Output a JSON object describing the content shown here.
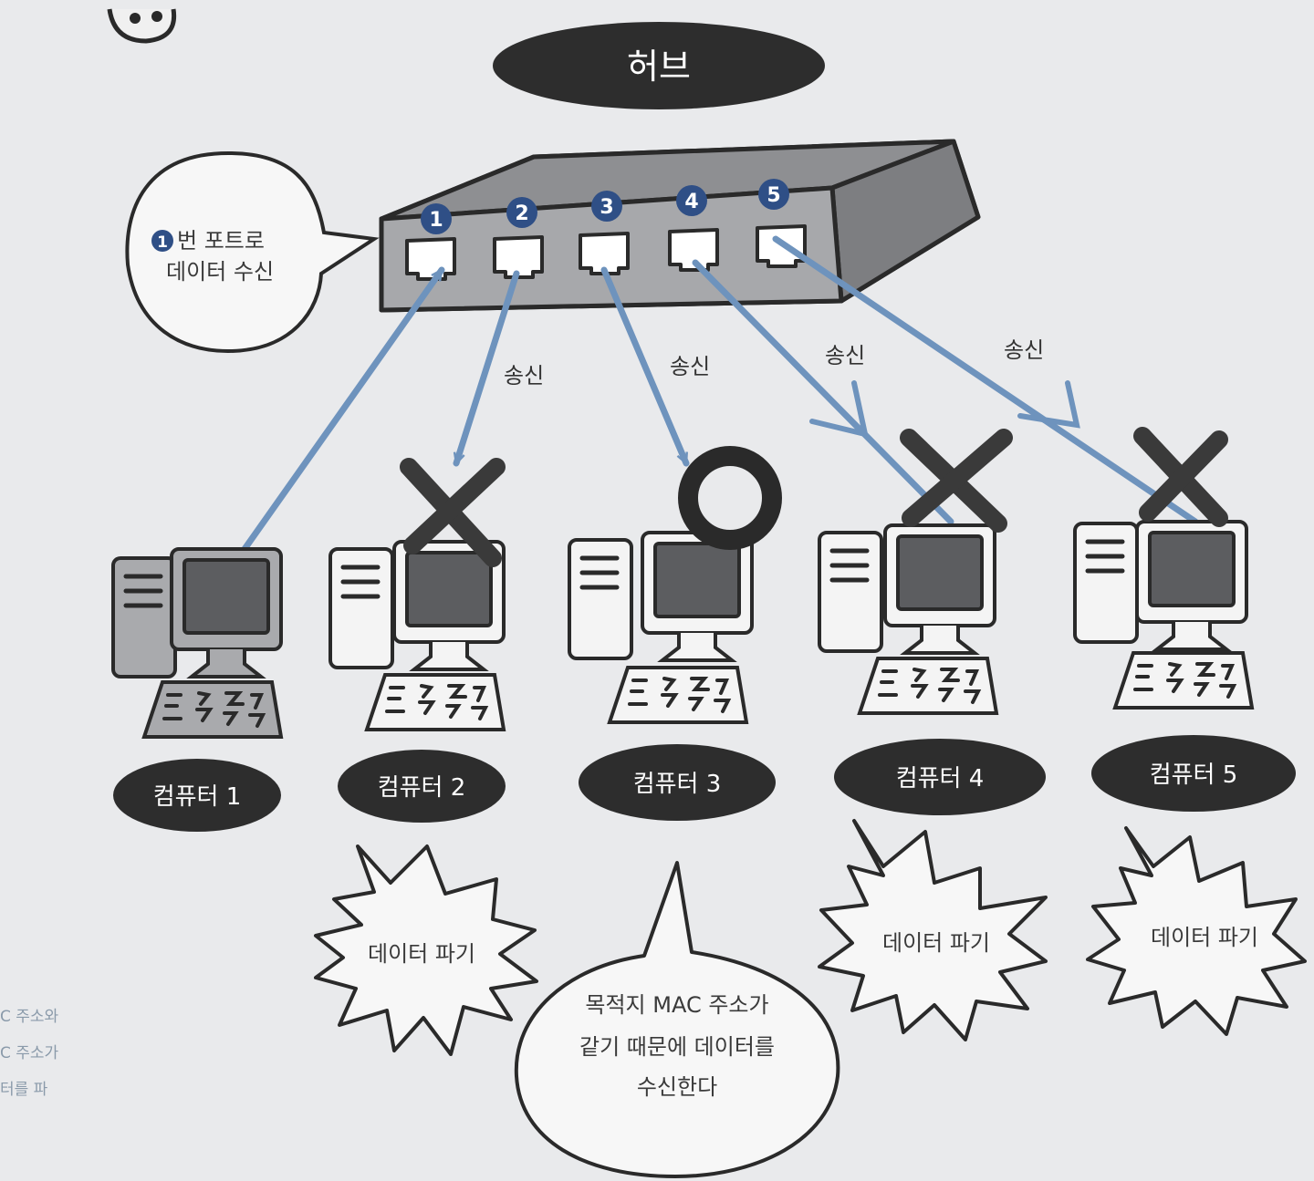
{
  "title": "허브",
  "hub": {
    "ports": [
      "1",
      "2",
      "3",
      "4",
      "5"
    ]
  },
  "receive_callout": {
    "port_badge": "1",
    "line1": "번 포트로",
    "line2": "데이터 수신"
  },
  "send_label": "송신",
  "computers": [
    {
      "label": "컴퓨터 1",
      "result": "sender"
    },
    {
      "label": "컴퓨터 2",
      "result": "discard",
      "burst": "데이터 파기"
    },
    {
      "label": "컴퓨터 3",
      "result": "accept"
    },
    {
      "label": "컴퓨터 4",
      "result": "discard",
      "burst": "데이터 파기"
    },
    {
      "label": "컴퓨터 5",
      "result": "discard",
      "burst": "데이터 파기"
    }
  ],
  "accept_callout": {
    "line1": "목적지 MAC 주소가",
    "line2": "같기 때문에 데이터를",
    "line3": "수신한다"
  },
  "margin_text": [
    "C 주소와",
    "C 주소가",
    "터를 파"
  ],
  "colors": {
    "arrow": "#6e93bd",
    "pill": "#2d2d2d",
    "hub_face": "#a7a8ab",
    "hub_top": "#8e8f92",
    "screen_dark": "#5c5d60",
    "pc1_body": "#a9aaad"
  }
}
